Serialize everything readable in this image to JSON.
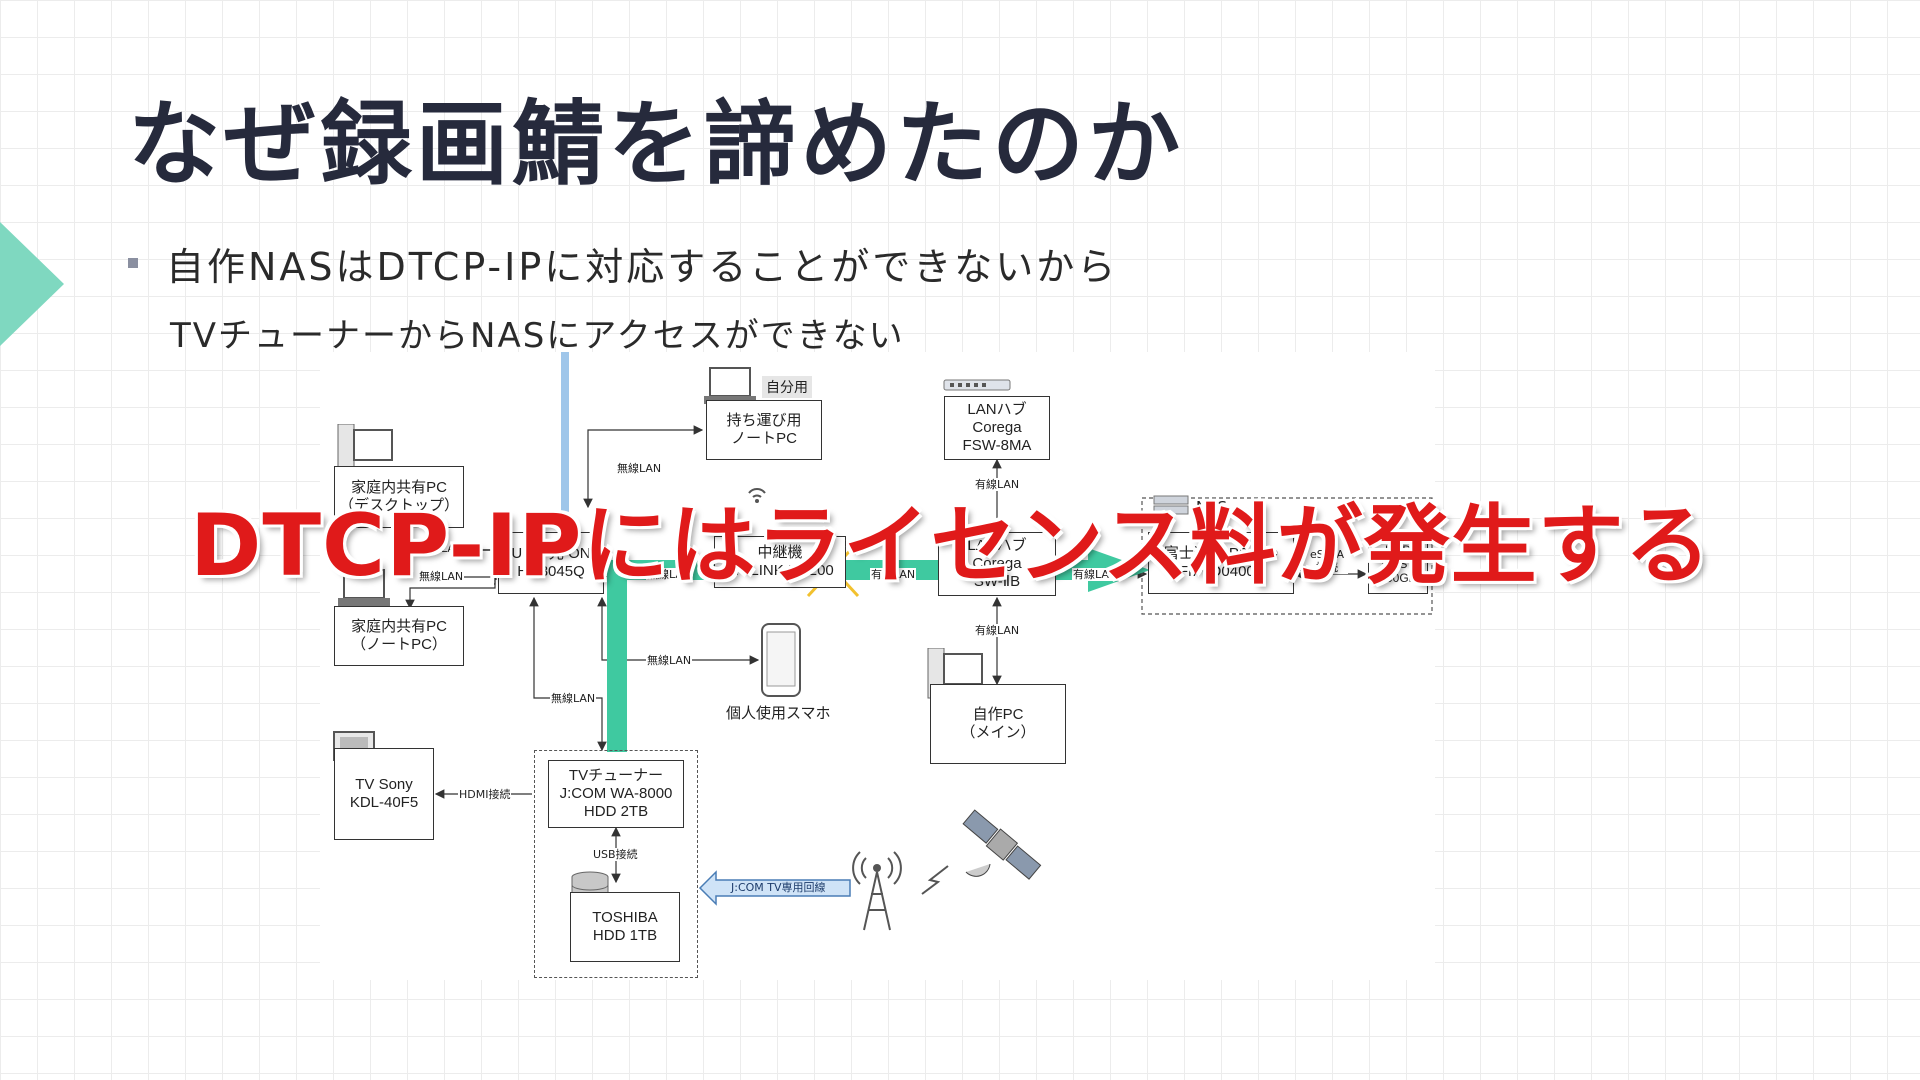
{
  "slide": {
    "title": "なぜ録画鯖を諦めたのか",
    "bullet": "自作NASはDTCP-IPに対応することができないから",
    "subline": "TVチューナーからNASにアクセスができない",
    "overlay": "DTCP-IPにはライセンス料が発生する"
  },
  "diagram": {
    "nodes": {
      "laptop_portable": [
        "持ち運び用",
        "ノートPC"
      ],
      "laptop_portable_tag": "自分用",
      "desktop_shared": [
        "家庭内共有PC",
        "（デスクトップ）"
      ],
      "onu": [
        "NURO 光 ONU",
        "HG8045Q"
      ],
      "laptop_shared": [
        "家庭内共有PC",
        "（ノートPC）"
      ],
      "repeater": [
        "中継機",
        "TP-LINK RE200"
      ],
      "hub1": [
        "LANハブ",
        "Corega",
        "FSW-8MA"
      ],
      "hub2": [
        "LANハブ",
        "Corega",
        "SW-ⅡB"
      ],
      "nas_label": "NAS",
      "nas_pc": [
        "富士通ESPRIMO",
        "FMVD04009"
      ],
      "hdd_nas": [
        "HDD",
        "HGST",
        "500GB"
      ],
      "smartphone": "個人使用スマホ",
      "mainpc": [
        "自作PC",
        "（メイン）"
      ],
      "tv": [
        "TV Sony",
        "KDL-40F5"
      ],
      "tuner": [
        "TVチューナー",
        "J:COM WA-8000",
        "HDD 2TB"
      ],
      "toshiba": [
        "TOSHIBA",
        "HDD 1TB"
      ]
    },
    "edge_labels": {
      "wireless": "無線LAN",
      "wired": "有線LAN",
      "hdmi": "HDMI接続",
      "usb": "USB接続",
      "esata": "eSATA接続",
      "jcom_line": "J:COM TV専用回線"
    }
  },
  "colors": {
    "title": "#262a3c",
    "accent_teal": "#3fc9a0",
    "overlay_red": "#e01a1a",
    "cross_yellow": "#f2c12e",
    "fiber_blue": "#9fc6ea"
  }
}
